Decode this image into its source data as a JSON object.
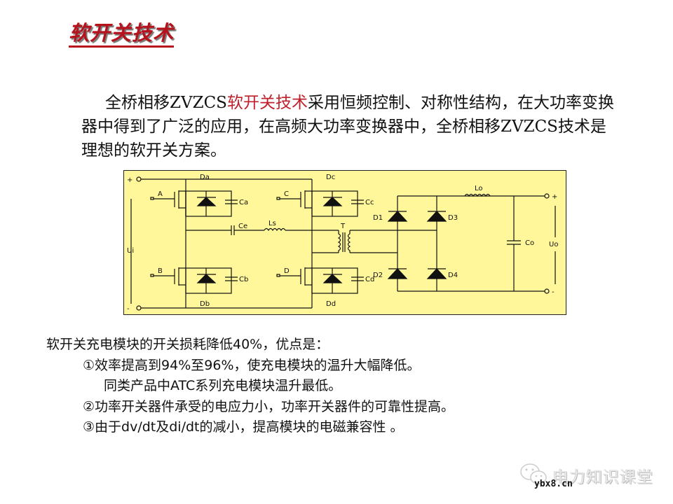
{
  "slide": {
    "title": "软开关技术",
    "intro": {
      "before": "全桥相移ZVZCS",
      "highlight": "软开关技术",
      "after": "采用恒频控制、对称性结构，在大功率变换器中得到了广泛的应用，在高频大功率变换器中，全桥相移ZVZCS技术是理想的软开关方案。",
      "highlight_color": "#c0202a"
    },
    "diagram": {
      "background": "#fff799",
      "labels": {
        "plus_in": "+",
        "minus_in": "-",
        "ui": "Ui",
        "A": "A",
        "B": "B",
        "C": "C",
        "D": "D",
        "Da": "Da",
        "Db": "Db",
        "Dc": "Dc",
        "Dd": "Dd",
        "Ca": "Ca",
        "Cb": "Cb",
        "Cc": "Cc",
        "Cd": "Cd",
        "Ce": "Ce",
        "Ls": "Ls",
        "T": "T",
        "D1": "D1",
        "D2": "D2",
        "D3": "D3",
        "D4": "D4",
        "Lo": "Lo",
        "Co": "Co",
        "Uo": "Uo",
        "plus_out": "+",
        "minus_out": "-"
      }
    },
    "summary": {
      "heading": "软开关充电模块的开关损耗降低40%，优点是：",
      "items": [
        "①效率提高到94%至96%，使充电模块的温升大幅降低。",
        "同类产品中ATC系列充电模块温升最低。",
        "②功率开关器件承受的电应力小，功率开关器件的可靠性提高。",
        "③由于dv/dt及di/dt的减小，提高模块的电磁兼容性 。"
      ]
    },
    "watermark": {
      "brand": "电力知识课堂",
      "url": "ybx8.cn",
      "icon": "wechat-icon"
    }
  }
}
